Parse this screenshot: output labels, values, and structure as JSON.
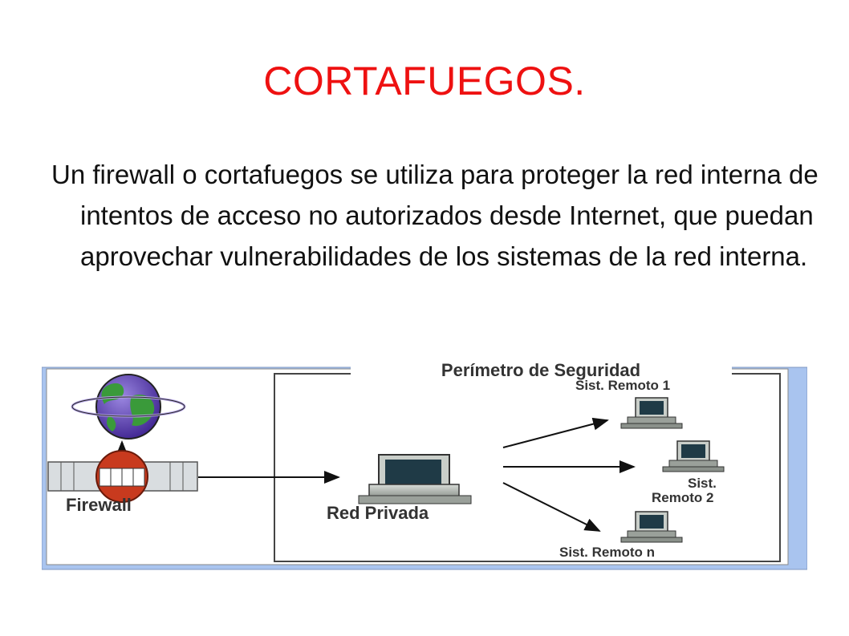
{
  "slide": {
    "title": "CORTAFUEGOS.",
    "body": "Un firewall o cortafuegos se utiliza para proteger la red interna de intentos de acceso no autorizados desde Internet, que puedan aprovechar vulnerabilidades de los sistemas de la red interna."
  },
  "diagram": {
    "perimeter_label": "Perímetro de Seguridad",
    "firewall_label": "Firewall",
    "private_network_label": "Red Privada",
    "remote_1_label": "Sist. Remoto 1",
    "remote_2_label_line1": "Sist.",
    "remote_2_label_line2": "Remoto 2",
    "remote_n_label": "Sist. Remoto n",
    "colors": {
      "frame_blue": "#a9c4ef",
      "globe_purple": "#5a3aa8",
      "globe_green": "#3a9a3a",
      "firewall_red": "#c83a1e",
      "title_red": "#ee1111"
    }
  }
}
